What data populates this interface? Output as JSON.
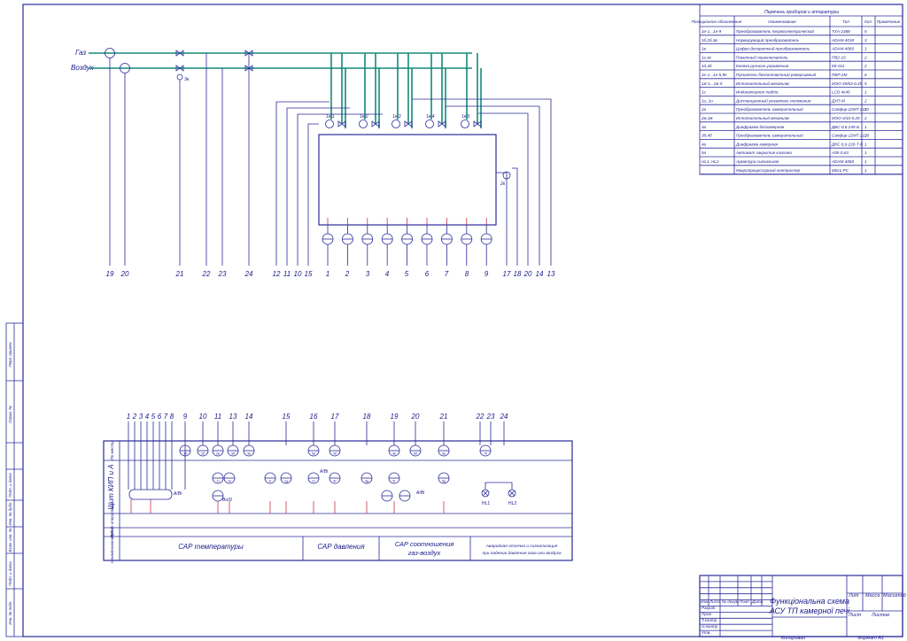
{
  "pipes": {
    "gas": "Газ",
    "air": "Воздух",
    "drain_valve": "3к"
  },
  "burners": [
    "1к-1",
    "1к-2",
    "1к-3",
    "1к-4",
    "1к-5"
  ],
  "furnace": {
    "valve_label": "2к",
    "sensors": [
      "1",
      "2",
      "3",
      "4",
      "5",
      "6",
      "7",
      "8",
      "9"
    ]
  },
  "top_terminals": [
    "19",
    "20",
    "21",
    "22",
    "23",
    "24",
    "12",
    "11",
    "10",
    "15",
    "1",
    "2",
    "3",
    "4",
    "5",
    "6",
    "7",
    "8",
    "9",
    "17",
    "18",
    "20",
    "14",
    "13"
  ],
  "table": {
    "title": "Перечень приборов и аппаратуры",
    "headers": [
      "Позиционное обозначение",
      "Наименование",
      "Тип",
      "Кол",
      "Примечание"
    ],
    "rows": [
      [
        "1е-1...1е-9",
        "Преобразователь термоэлектрический",
        "ТХА-2388",
        "5",
        ""
      ],
      [
        "1б,2б,3в",
        "Нормирующий преобразователь",
        "ADAM-4018",
        "3",
        ""
      ],
      [
        "1в",
        "Цифро-дискретный преобразователь",
        "ADAM-4060",
        "1",
        ""
      ],
      [
        "1г,4г",
        "Пакетный переключатель",
        "ПВ2-10",
        "2",
        ""
      ],
      [
        "1д,4д",
        "Кнопка ручного управления",
        "КЕ 011",
        "2",
        ""
      ],
      [
        "1е-1...1е-5,9е",
        "Пускатель бесконтактный реверсивный",
        "ПБР-2М",
        "6",
        ""
      ],
      [
        "1ж-1...1ж-5",
        "Исполнительный механизм",
        "МЭО-40/63-0.25",
        "5",
        ""
      ],
      [
        "1з",
        "Индикаторное табло",
        "LCD 4х40",
        "1",
        ""
      ],
      [
        "1и, 2и",
        "Дистанционный указатель положения",
        "ДУП-М",
        "2",
        ""
      ],
      [
        "2а",
        "Преобразователь измерительный",
        "Сапфир-22МТ 2110",
        "1",
        ""
      ],
      [
        "2ж,3ж",
        "Исполнительный механизм",
        "МЭО-4/10-0.25",
        "2",
        ""
      ],
      [
        "3а",
        "Диафрагма бескамерная",
        "ДБС-0,6-245-Б",
        "1",
        ""
      ],
      [
        "3б,4б",
        "Преобразователь измерительный",
        "Сапфир-22МТ 2120",
        "2",
        ""
      ],
      [
        "4а",
        "Диафрагма камерная",
        "ДКС-0,6-220-Т-Б",
        "1",
        ""
      ],
      [
        "5а",
        "Автомат закрытия клапана",
        "АЗК-0,63",
        "1",
        ""
      ],
      [
        "HL1, HL2",
        "Арматура сигнальная",
        "ADAM-4060",
        "1",
        ""
      ],
      [
        "",
        "Микропроцессорный контроллер",
        "Micro PC",
        "1",
        ""
      ]
    ]
  },
  "bottom": {
    "terminals": [
      "1",
      "2",
      "3",
      "4",
      "5",
      "6",
      "7",
      "8",
      "9",
      "10",
      "11",
      "12",
      "13",
      "14",
      "15",
      "16",
      "17",
      "18",
      "19",
      "20",
      "21",
      "22",
      "23",
      "24"
    ],
    "rows": [
      "По месту",
      "Щит КИП и А",
      "Пульт оператора",
      "ЭВМ",
      "Наименование"
    ],
    "instruments_top": [
      "1б",
      "2б",
      "2в",
      "3б",
      "3в",
      "5в",
      "4б",
      "4в",
      "6б",
      "6в",
      "7б",
      "1в",
      "3д"
    ],
    "instruments_mid": [
      "1з",
      "1и",
      "1г",
      "1д",
      "2з",
      "4г",
      "4д",
      "5г",
      "5д"
    ],
    "ad_labels": [
      "А/Вi",
      "Bo/D",
      "А/Вi",
      "А/Вi"
    ],
    "lamps": [
      "HL1",
      "HL2"
    ],
    "sections": [
      "САР температуры",
      "САР давления",
      "САР соотношения газ-воздух",
      "Аварийная отсечка и сигнализация при падении давления газа или воздуха"
    ]
  },
  "title_block": {
    "title_line1": "Функціональна схема",
    "title_line2": "АСУ ТП камерної печі",
    "labels": [
      "Изм",
      "Лист",
      "№ докум",
      "Подп",
      "Дата",
      "Разраб",
      "Пров",
      "Т.контр",
      "Н.контр",
      "Утв."
    ],
    "col_heads": [
      "Лит",
      "Масса",
      "Масштаб"
    ],
    "sheet": "Лист",
    "sheets": "Листов",
    "copied": "Копировал",
    "format": "Формат А1"
  },
  "side_stamps": [
    "Перв. примен.",
    "Справ. №",
    "Подп. и дата",
    "Инв. № дубл.",
    "Взам. инв. №",
    "Подп. и дата",
    "Инв. № подл."
  ]
}
